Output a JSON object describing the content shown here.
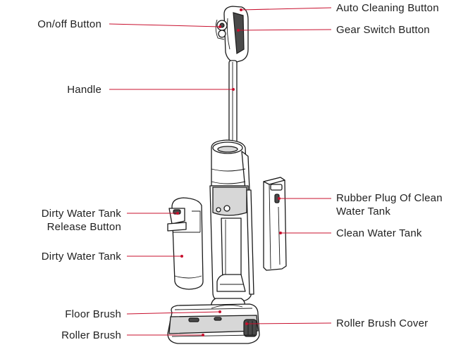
{
  "labels": {
    "on_off_button": "On/off Button",
    "handle": "Handle",
    "dirty_water_tank_release_line1": "Dirty Water Tank",
    "dirty_water_tank_release_line2": "Release Button",
    "dirty_water_tank": "Dirty Water Tank",
    "floor_brush": "Floor Brush",
    "roller_brush": "Roller Brush",
    "auto_cleaning_button": "Auto Cleaning Button",
    "gear_switch_button": "Gear Switch Button",
    "rubber_plug_line1": "Rubber Plug Of Clean",
    "rubber_plug_line2": "Water Tank",
    "clean_water_tank": "Clean Water Tank",
    "roller_brush_cover": "Roller Brush Cover"
  },
  "colors": {
    "leader_line": "#c8102e",
    "outline": "#1a1a1a",
    "text": "#1f1f1f"
  }
}
